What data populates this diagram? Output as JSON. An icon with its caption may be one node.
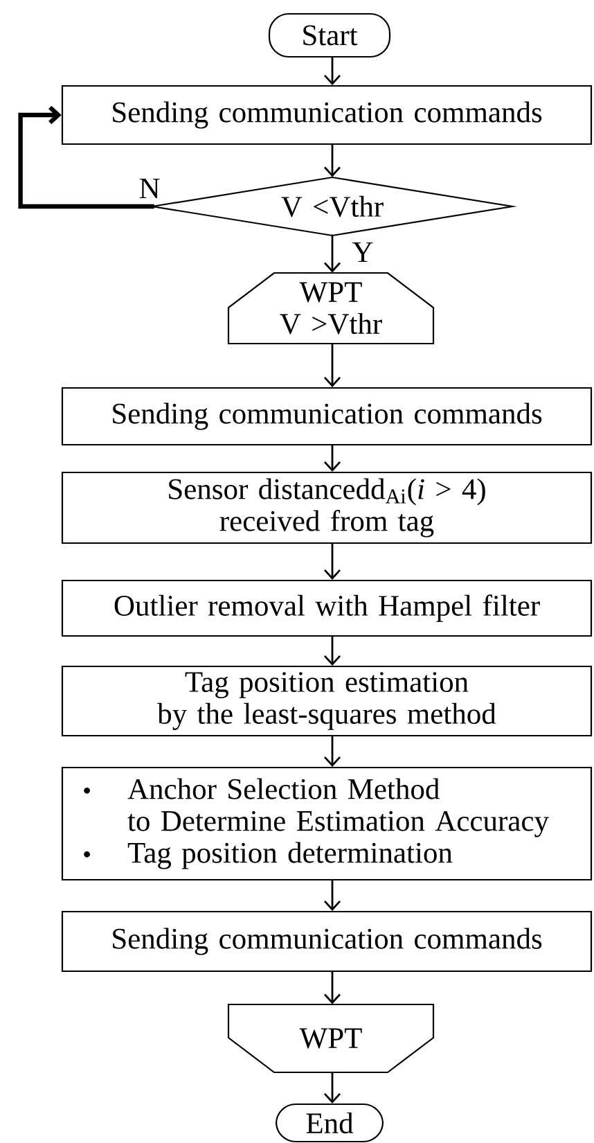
{
  "diagram": {
    "nodes": [
      {
        "text": [
          "Start"
        ]
      },
      {
        "text": [
          "Sending communication commands"
        ]
      },
      {
        "text": [
          "V <Vthr"
        ]
      },
      {
        "text": [
          "WPT",
          "V >Vthr"
        ]
      },
      {
        "text": [
          "Sending communication commands"
        ]
      },
      {
        "text": [
          "Sensor distancedd$_{Ai}$(*i* > 4) received from tag"
        ]
      },
      {
        "text": [
          "Outlier removal with Hampel filter"
        ]
      },
      {
        "text": [
          "Tag position estimation by the least-squares method"
        ]
      },
      {
        "text": [
          "Anchor Selection Method to Determine Estimation Accuracy",
          "Tag position determination"
        ]
      },
      {
        "text": [
          "Sending communication commands"
        ]
      },
      {
        "text": [
          "WPT"
        ]
      },
      {
        "text": [
          "End"
        ]
      }
    ],
    "edges": [
      {
        "from": 0,
        "to": 1,
        "arrow": "to"
      },
      {
        "from": 1,
        "to": 2,
        "arrow": "to"
      },
      {
        "from": 2,
        "to": 1,
        "arrow": "to",
        "label": "N",
        "style": "thick"
      },
      {
        "from": 2,
        "to": 3,
        "arrow": "to",
        "label": "Y"
      },
      {
        "from": 3,
        "to": 4,
        "arrow": "to"
      },
      {
        "from": 4,
        "to": 5,
        "arrow": "to"
      },
      {
        "from": 5,
        "to": 6,
        "arrow": "to"
      },
      {
        "from": 6,
        "to": 7,
        "arrow": "to"
      },
      {
        "from": 7,
        "to": 8,
        "arrow": "to"
      },
      {
        "from": 8,
        "to": 9,
        "arrow": "to"
      },
      {
        "from": 9,
        "to": 10,
        "arrow": "to"
      },
      {
        "from": 10,
        "to": 11,
        "arrow": "to"
      }
    ]
  }
}
